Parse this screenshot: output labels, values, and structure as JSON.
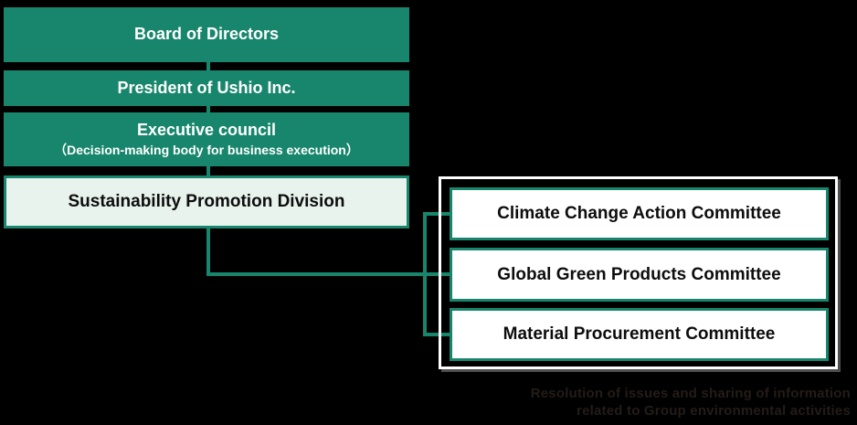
{
  "org_chart": {
    "hierarchy": [
      {
        "label": "Board of Directors"
      },
      {
        "label": "President of Ushio Inc."
      },
      {
        "label": "Executive council",
        "sublabel": "（Decision-making body for business execution）"
      },
      {
        "label": "Sustainability Promotion Division"
      }
    ],
    "committees": [
      {
        "label": "Climate Change Action Committee"
      },
      {
        "label": "Global Green Products Committee"
      },
      {
        "label": "Material Procurement Committee"
      }
    ],
    "caption": {
      "line1": "Resolution of issues and sharing of information",
      "line2": "related to Group environmental activities"
    },
    "colors": {
      "accent_green": "#18866C",
      "light_green_fill": "#E8F3EE",
      "background": "#000000",
      "panel_border": "#FFFFFF",
      "panel_shadow": "#4E4E4E",
      "caption_text": "#241C18",
      "box_text_light": "#FFFFFF",
      "box_text_dark": "#0D0D0D"
    }
  }
}
